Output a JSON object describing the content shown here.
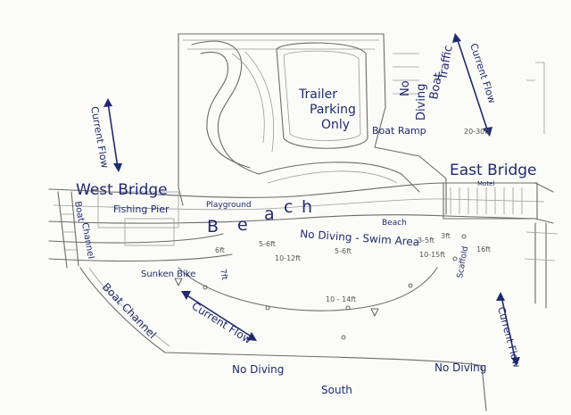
{
  "map": {
    "labels": {
      "west_bridge": "West Bridge",
      "east_bridge": "East Bridge",
      "trailer_parking_1": "Trailer",
      "trailer_parking_2": "Parking",
      "trailer_parking_3": "Only",
      "boat_ramp": "Boat Ramp",
      "no_diving_boat_traffic_1": "No",
      "no_diving_boat_traffic_2": "Diving",
      "no_diving_boat_traffic_3": "Boat",
      "no_diving_boat_traffic_4": "Traffic",
      "current_flow_left": "Current Flow",
      "current_flow_top_right": "Current Flow",
      "current_flow_middle": "Current Flow",
      "current_flow_bottom_right": "Current Flow",
      "fishing_pier": "Fishing Pier",
      "playground": "Playground",
      "beach_letters": [
        "B",
        "e",
        "a",
        "c",
        "h"
      ],
      "beach_small": "Beach",
      "no_diving_swim_area": "No Diving - Swim Area",
      "boat_channel_left_1": "Boat",
      "boat_channel_left_2": "Channel",
      "boat_channel_bottom": "Boat Channel",
      "sunken_bike": "Sunken Bike",
      "seven_ft": "7ft",
      "no_diving_bottom_left": "No Diving",
      "no_diving_bottom_right": "No Diving",
      "south": "South",
      "motel": "Motel",
      "scaffold": "Scaffold"
    },
    "depths": [
      "6ft",
      "5-6ft",
      "10-12ft",
      "5-6ft",
      "3-5ft",
      "10-15ft",
      "16ft",
      "10 - 14ft",
      "3ft",
      "20-30ft"
    ]
  }
}
